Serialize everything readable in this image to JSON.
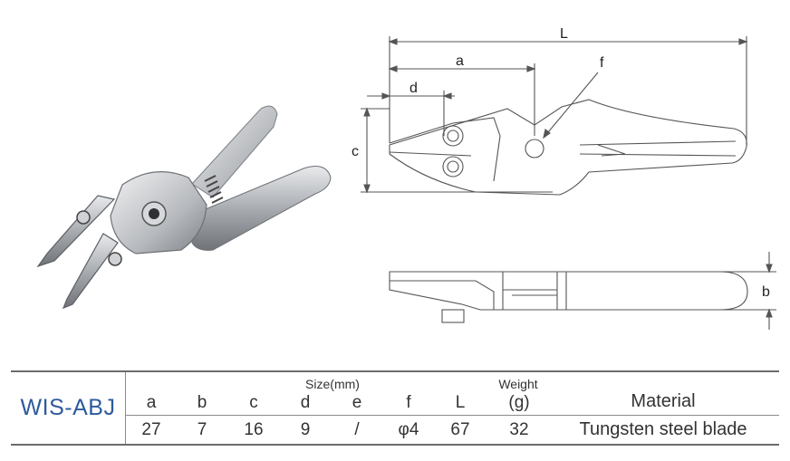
{
  "dimensions": {
    "L": "L",
    "a": "a",
    "d": "d",
    "f": "f",
    "c": "c",
    "b": "b"
  },
  "table": {
    "model": "WIS-ABJ",
    "size_group": "Size(mm)",
    "weight_header_line1": "Weight",
    "headers": [
      "a",
      "b",
      "c",
      "d",
      "e",
      "f",
      "L",
      "(g)"
    ],
    "material_header": "Material",
    "values": [
      "27",
      "7",
      "16",
      "9",
      "/",
      "φ4",
      "67",
      "32"
    ],
    "material": "Tungsten steel blade"
  },
  "colors": {
    "model_text": "#2d5b9c",
    "line": "#555555",
    "metal": "#bfc1c4"
  }
}
